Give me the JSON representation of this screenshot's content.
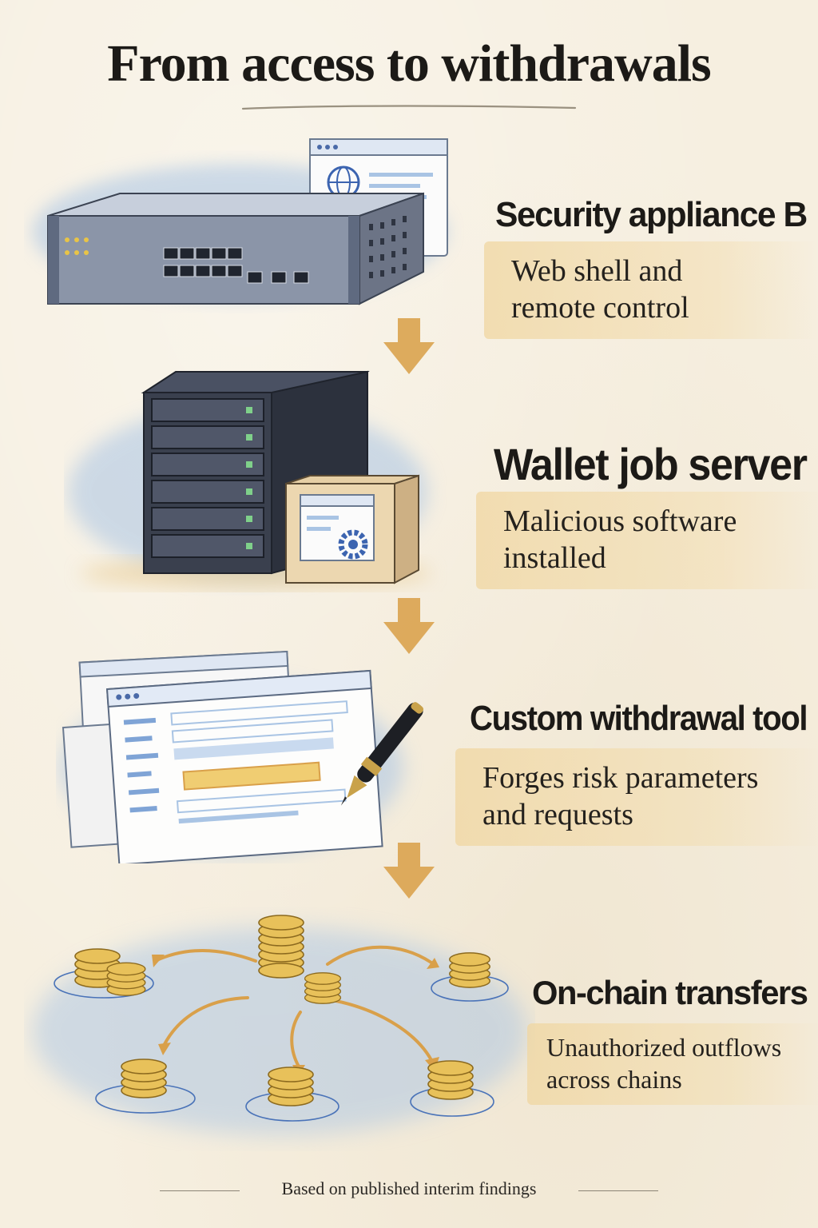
{
  "title": "From access to withdrawals",
  "steps": [
    {
      "title": "Security appliance B",
      "description_l1": "Web shell and",
      "description_l2": "remote control",
      "icon": "network-appliance-icon"
    },
    {
      "title": "Wallet job server",
      "description_l1": "Malicious software",
      "description_l2": "installed",
      "icon": "server-rack-icon"
    },
    {
      "title": "Custom withdrawal tool",
      "description_l1": "Forges risk parameters",
      "description_l2": "and requests",
      "icon": "forged-document-icon"
    },
    {
      "title": "On-chain transfers",
      "description_l1": "Unauthorized outflows",
      "description_l2": "across chains",
      "icon": "coin-transfer-icon"
    }
  ],
  "footer": "Based on published interim findings",
  "colors": {
    "background": "#f6efe0",
    "arrow": "#d9a04a",
    "highlight": "#f0d6a0",
    "watercolor_blue": "#a9c4e4",
    "ink": "#1c1a17"
  }
}
